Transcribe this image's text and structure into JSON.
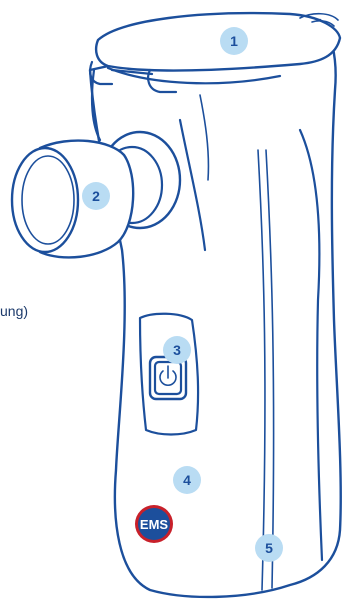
{
  "callouts": [
    {
      "number": "1"
    },
    {
      "number": "2"
    },
    {
      "number": "3"
    },
    {
      "number": "4"
    },
    {
      "number": "5"
    }
  ],
  "partial_text": "ung)",
  "logo": {
    "text": "EMS"
  },
  "colors": {
    "outline": "#1c4f9c",
    "badge": "#b9dcf3",
    "logo_blue": "#1c4f9c",
    "logo_red": "#c8202a"
  }
}
